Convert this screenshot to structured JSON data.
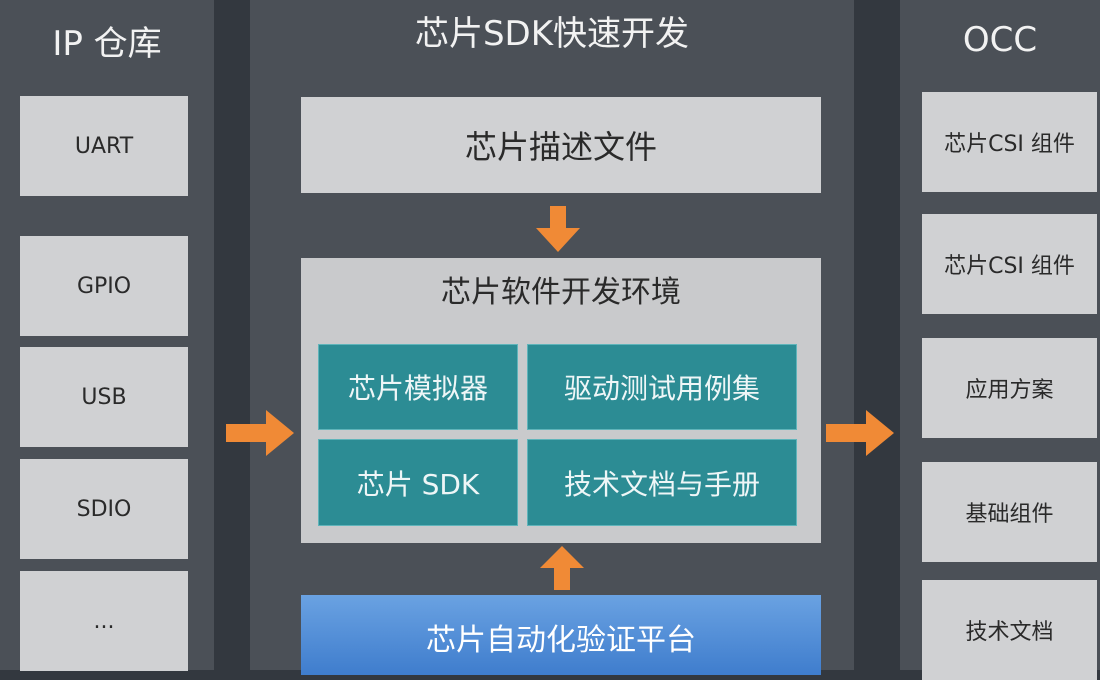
{
  "left": {
    "title": "IP 仓库",
    "items": [
      "UART",
      "GPIO",
      "USB",
      "SDIO",
      "..."
    ]
  },
  "center": {
    "title": "芯片SDK快速开发",
    "description_box": "芯片描述文件",
    "environment": {
      "title": "芯片软件开发环境",
      "modules": [
        "芯片模拟器",
        "驱动测试用例集",
        "芯片 SDK",
        "技术文档与手册"
      ]
    },
    "verify_platform": "芯片自动化验证平台"
  },
  "right": {
    "title": "OCC",
    "items": [
      "芯片CSI 组件",
      "芯片CSI 组件",
      "应用方案",
      "基础组件",
      "技术文档"
    ]
  },
  "colors": {
    "arrow": "#f08a36",
    "teal": "#2c8c94",
    "blue": "#4a88d6",
    "panel": "#4b5057"
  },
  "icons": [
    "arrow-right-icon",
    "arrow-down-icon",
    "arrow-up-icon"
  ]
}
